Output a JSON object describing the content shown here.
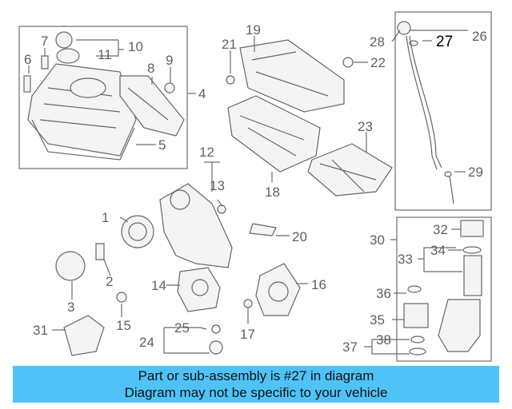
{
  "diagram": {
    "callouts": [
      "1",
      "2",
      "3",
      "4",
      "5",
      "6",
      "7",
      "8",
      "9",
      "10",
      "11",
      "12",
      "13",
      "14",
      "15",
      "16",
      "17",
      "18",
      "19",
      "20",
      "21",
      "22",
      "23",
      "24",
      "25",
      "26",
      "27",
      "28",
      "29",
      "30",
      "31",
      "32",
      "33",
      "34",
      "35",
      "36",
      "37",
      "38"
    ],
    "highlighted_callout": "27"
  },
  "caption": {
    "line1": "Part or sub-assembly is #27 in diagram",
    "line2": "Diagram may not be specific to your vehicle"
  },
  "colors": {
    "caption_bg": "#4fc3f7",
    "highlight": "#000000",
    "callout": "#606060"
  }
}
